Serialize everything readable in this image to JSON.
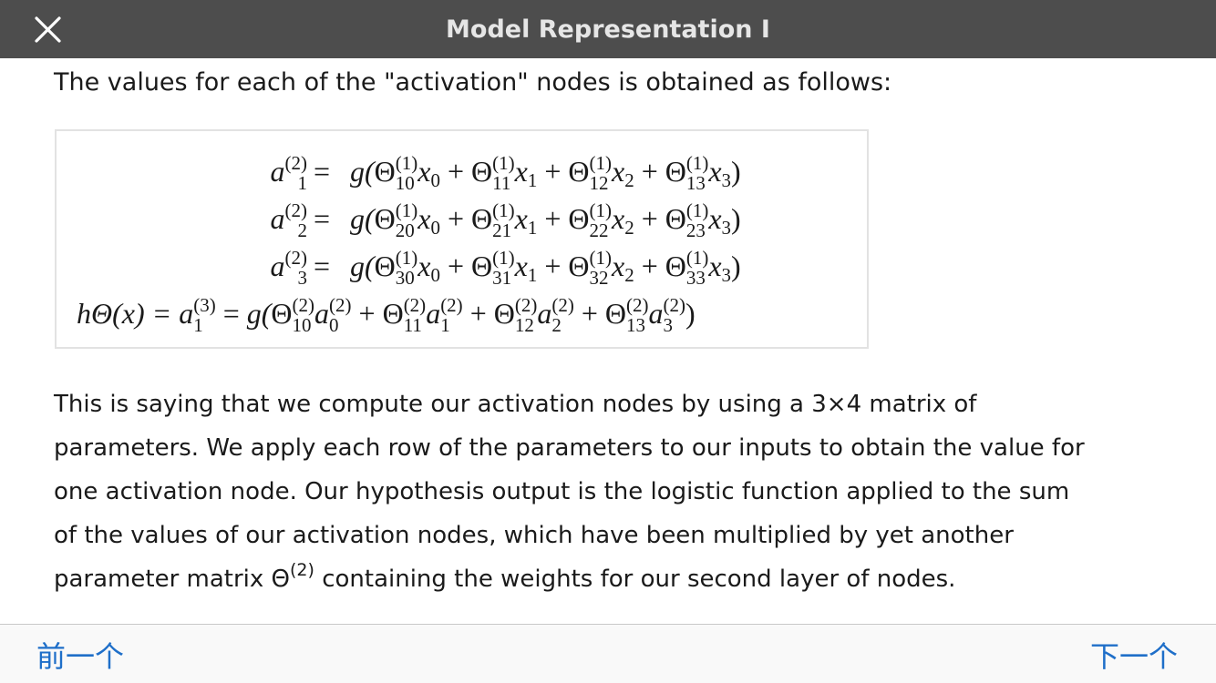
{
  "header": {
    "title": "Model Representation I",
    "close_icon": "close-icon"
  },
  "intro": "The values for each of the \"activation\" nodes is obtained as follows:",
  "equations": [
    {
      "lhs_var": "a",
      "lhs_sup": "(2)",
      "lhs_sub": "1",
      "terms": [
        {
          "sub": "10",
          "x": "0"
        },
        {
          "sub": "11",
          "x": "1"
        },
        {
          "sub": "12",
          "x": "2"
        },
        {
          "sub": "13",
          "x": "3"
        }
      ]
    },
    {
      "lhs_var": "a",
      "lhs_sup": "(2)",
      "lhs_sub": "2",
      "terms": [
        {
          "sub": "20",
          "x": "0"
        },
        {
          "sub": "21",
          "x": "1"
        },
        {
          "sub": "22",
          "x": "2"
        },
        {
          "sub": "23",
          "x": "3"
        }
      ]
    },
    {
      "lhs_var": "a",
      "lhs_sup": "(2)",
      "lhs_sub": "3",
      "terms": [
        {
          "sub": "30",
          "x": "0"
        },
        {
          "sub": "31",
          "x": "1"
        },
        {
          "sub": "32",
          "x": "2"
        },
        {
          "sub": "33",
          "x": "3"
        }
      ]
    }
  ],
  "hypothesis": {
    "lhs": "hΘ(x) = a",
    "lhs_sup": "(3)",
    "lhs_sub": "1",
    "terms": [
      {
        "sub": "10",
        "a_sub": "0"
      },
      {
        "sub": "11",
        "a_sub": "1"
      },
      {
        "sub": "12",
        "a_sub": "2"
      },
      {
        "sub": "13",
        "a_sub": "3"
      }
    ]
  },
  "paragraph": {
    "lines": [
      "This is saying that we compute our activation nodes by using a 3×4 matrix of",
      "parameters. We apply each row of the parameters to our inputs to obtain the value for",
      "one activation node. Our hypothesis output is the logistic function applied to the sum",
      "of the values of our activation nodes, which have been multiplied by yet another"
    ],
    "last_line_before": "parameter matrix Θ",
    "last_line_sup": "(2)",
    "last_line_after": " containing the weights for our second layer of nodes."
  },
  "footer": {
    "prev_label": "前一个",
    "next_label": "下一个"
  }
}
